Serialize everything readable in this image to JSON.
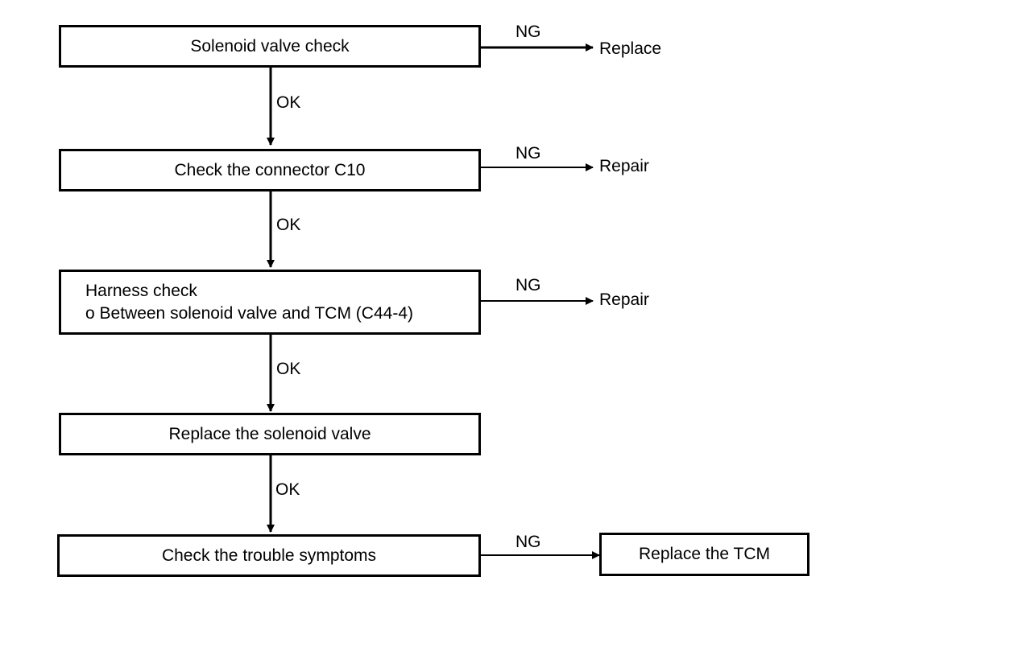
{
  "steps": [
    {
      "text": "Solenoid valve check",
      "ng_label": "NG",
      "ng_result": "Replace"
    },
    {
      "text": "Check the connector C10",
      "ng_label": "NG",
      "ng_result": "Repair"
    },
    {
      "lines": [
        "Harness check",
        "o Between solenoid valve and TCM (C44-4)"
      ],
      "ng_label": "NG",
      "ng_result": "Repair"
    },
    {
      "text": "Replace the solenoid valve"
    },
    {
      "text": "Check the trouble symptoms",
      "ng_label": "NG",
      "ng_result": "Replace the TCM"
    }
  ],
  "ok_labels": [
    "OK",
    "OK",
    "OK",
    "OK"
  ]
}
